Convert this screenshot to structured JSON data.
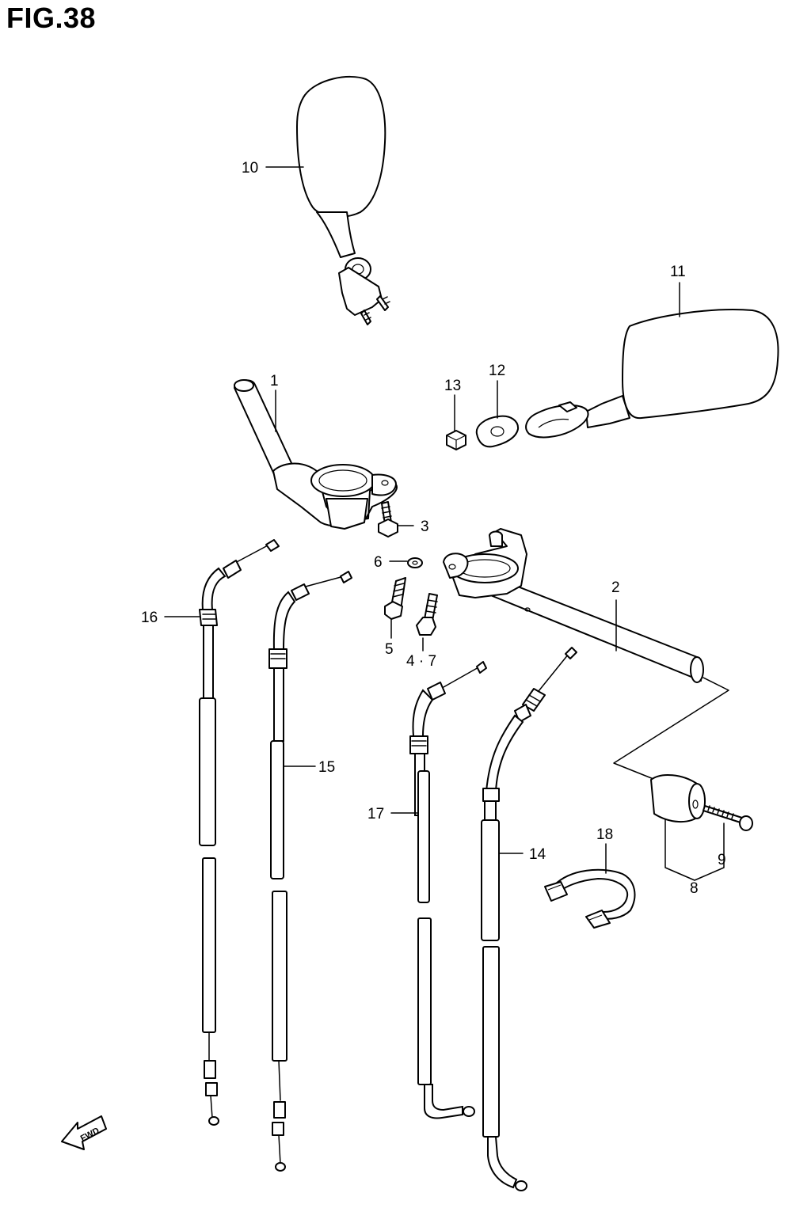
{
  "figure_title": "FIG.38",
  "fwd_label": "FWD",
  "labels": {
    "p1": "1",
    "p2": "2",
    "p3": "3",
    "p4_7": "4 · 7",
    "p5": "5",
    "p6": "6",
    "p8": "8",
    "p9": "9",
    "p10": "10",
    "p11": "11",
    "p12": "12",
    "p13": "13",
    "p14": "14",
    "p15": "15",
    "p16": "16",
    "p17": "17",
    "p18": "18"
  }
}
